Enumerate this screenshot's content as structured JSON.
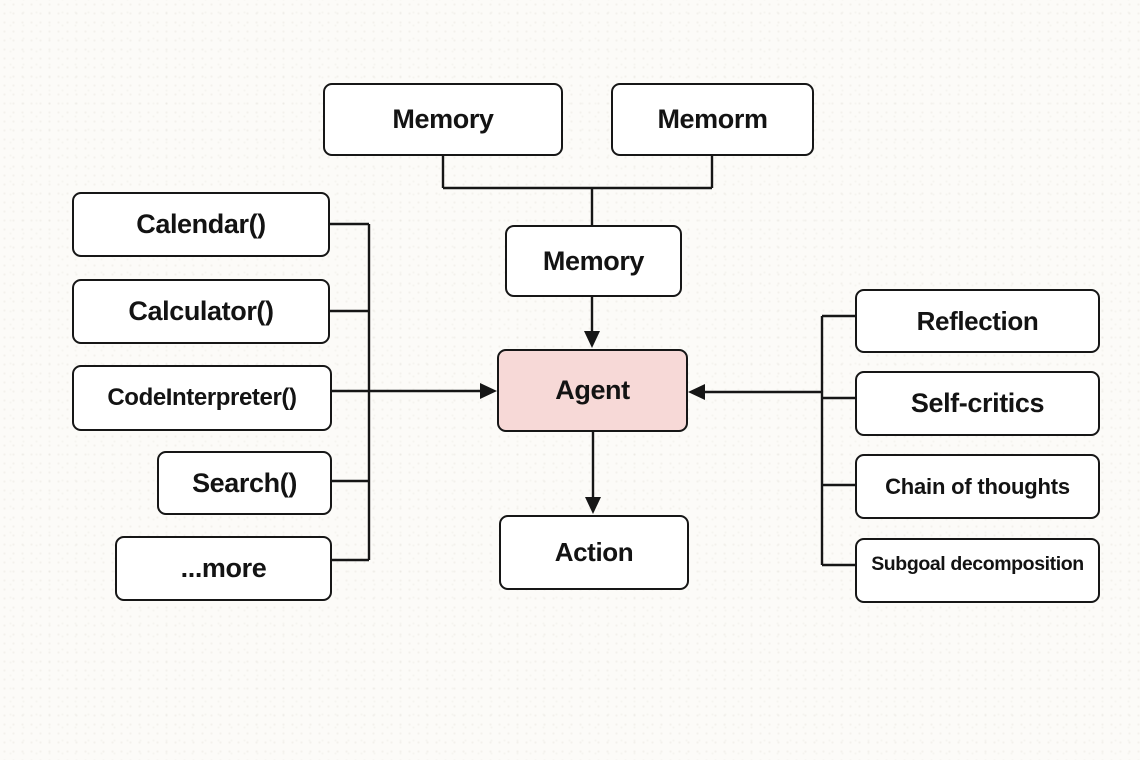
{
  "nodes": {
    "memory_top_a": {
      "label": "Memory"
    },
    "memory_top_b": {
      "label": "Memorm"
    },
    "memory_mid": {
      "label": "Memory"
    },
    "agent": {
      "label": "Agent"
    },
    "action": {
      "label": "Action"
    },
    "tool_calendar": {
      "label": "Calendar()"
    },
    "tool_calculator": {
      "label": "Calculator()"
    },
    "tool_code_interpreter": {
      "label": "CodeInterpreter()"
    },
    "tool_search": {
      "label": "Search()"
    },
    "tool_more": {
      "label": "...more"
    },
    "technique_reflection": {
      "label": "Reflection"
    },
    "technique_self_critics": {
      "label": "Self-critics"
    },
    "technique_chain_of_thoughts": {
      "label": "Chain of thoughts"
    },
    "technique_subgoal_decomposition": {
      "label": "Subgoal decomposition"
    }
  },
  "edges": [
    {
      "from": "memory_top_a",
      "to": "memory_mid",
      "arrow": false
    },
    {
      "from": "memory_top_b",
      "to": "memory_mid",
      "arrow": false
    },
    {
      "from": "memory_mid",
      "to": "agent",
      "arrow": true
    },
    {
      "from": "agent",
      "to": "action",
      "arrow": true
    },
    {
      "from": "tool_calendar",
      "to": "agent",
      "arrow": true
    },
    {
      "from": "tool_calculator",
      "to": "agent",
      "arrow": true
    },
    {
      "from": "tool_code_interpreter",
      "to": "agent",
      "arrow": true
    },
    {
      "from": "tool_search",
      "to": "agent",
      "arrow": true
    },
    {
      "from": "tool_more",
      "to": "agent",
      "arrow": true
    },
    {
      "from": "technique_reflection",
      "to": "agent",
      "arrow": true
    },
    {
      "from": "technique_self_critics",
      "to": "agent",
      "arrow": true
    },
    {
      "from": "technique_chain_of_thoughts",
      "to": "agent",
      "arrow": true
    },
    {
      "from": "technique_subgoal_decomposition",
      "to": "agent",
      "arrow": true
    }
  ],
  "colors": {
    "agent_fill": "#f7d9d7",
    "box_fill": "#ffffff",
    "box_border": "#161616",
    "line": "#161616",
    "background": "#fcfbf8",
    "text": "#131313"
  }
}
